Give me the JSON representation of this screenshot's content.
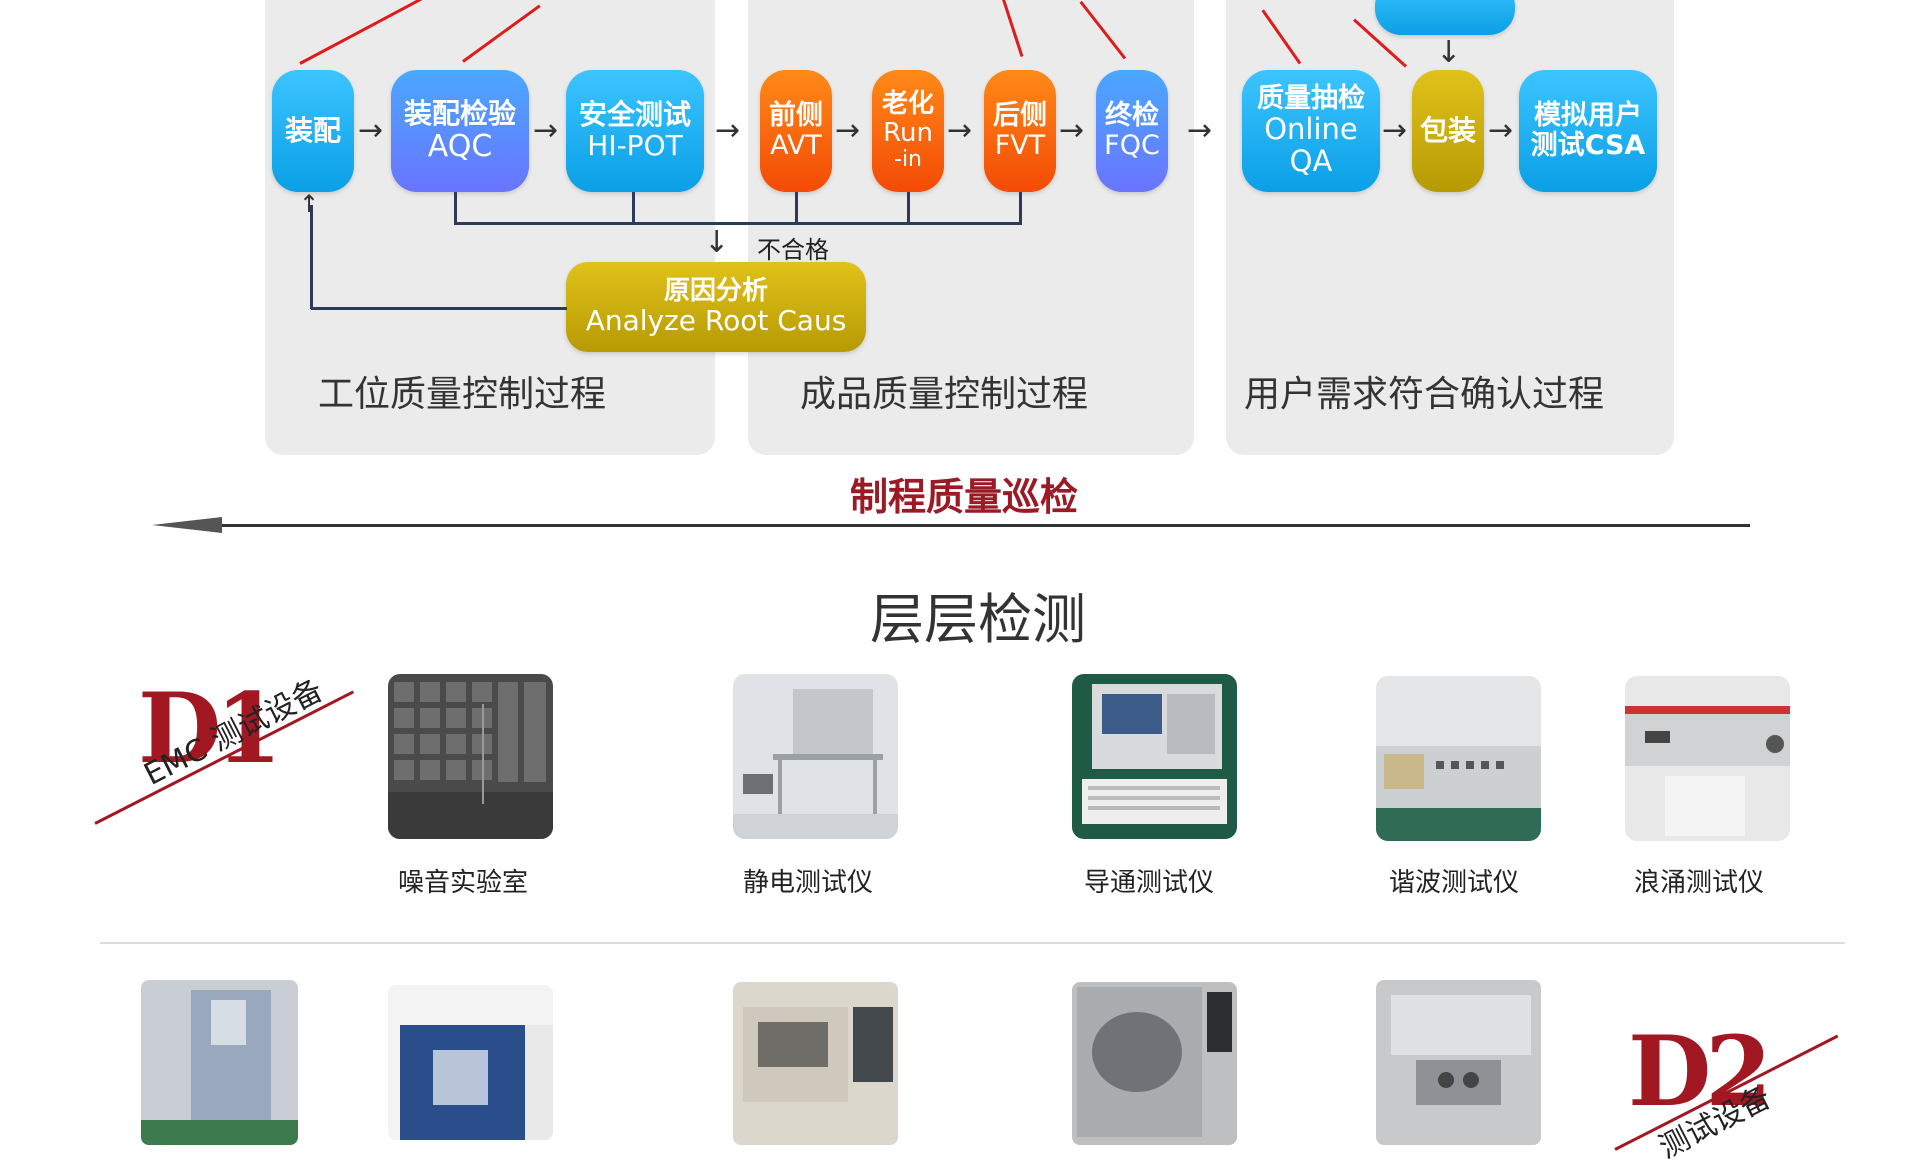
{
  "flow": {
    "panel1": {
      "title": "工位质量控制过程",
      "assembly": "装配",
      "aqc_cn": "装配检验",
      "aqc_en": "AQC",
      "hipot_cn": "安全测试",
      "hipot_en": "HI-POT"
    },
    "panel2": {
      "title": "成品质量控制过程",
      "avt_cn": "前侧",
      "avt_en": "AVT",
      "runin_cn": "老化",
      "runin_en": "Run",
      "runin_en2": "-in",
      "fvt_cn": "后侧",
      "fvt_en": "FVT",
      "fqc_cn": "终检",
      "fqc_en": "FQC"
    },
    "panel3": {
      "title": "用户需求符合确认过程",
      "oqa_cn": "质量抽检",
      "oqa_en": "Online",
      "oqa_en2": "QA",
      "pack": "包装",
      "csa_cn": "模拟用户",
      "csa_en": "测试CSA"
    },
    "reject_label": "不合格",
    "root_cn": "原因分析",
    "root_en": "Analyze Root Caus",
    "patrol": "制程质量巡检"
  },
  "section_title": "层层检测",
  "badge1": {
    "num": "D1",
    "label": "EMC 测试设备"
  },
  "badge2": {
    "num": "D2",
    "label": "测试设备"
  },
  "row1": [
    {
      "caption": "噪音实验室"
    },
    {
      "caption": "静电测试仪"
    },
    {
      "caption": "导通测试仪"
    },
    {
      "caption": "谐波测试仪"
    },
    {
      "caption": "浪涌测试仪"
    }
  ],
  "colors": {
    "blue": "#0a9fe6",
    "orange": "#f44a06",
    "olive": "#b79a04",
    "red": "#e01b1b",
    "dark_red": "#a11822",
    "panel": "#ebebec"
  }
}
